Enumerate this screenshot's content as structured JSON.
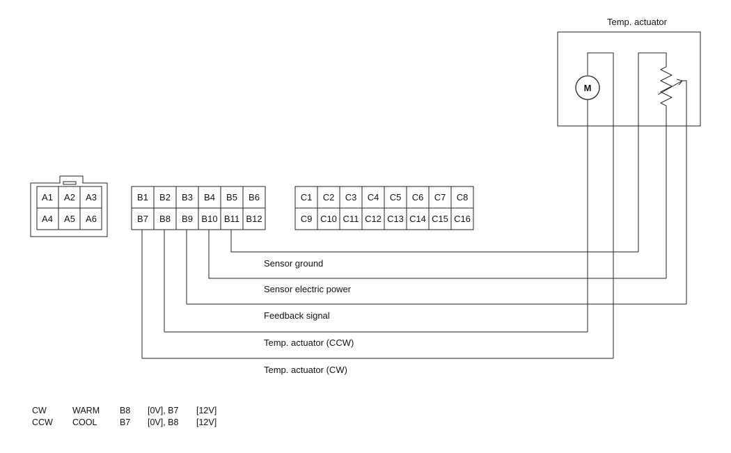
{
  "actuator": {
    "title": "Temp. actuator",
    "motor_label": "M"
  },
  "connectors": {
    "A": {
      "row1": [
        "A1",
        "A2",
        "A3"
      ],
      "row2": [
        "A4",
        "A5",
        "A6"
      ]
    },
    "B": {
      "row1": [
        "B1",
        "B2",
        "B3",
        "B4",
        "B5",
        "B6"
      ],
      "row2": [
        "B7",
        "B8",
        "B9",
        "B10",
        "B11",
        "B12"
      ]
    },
    "C": {
      "row1": [
        "C1",
        "C2",
        "C3",
        "C4",
        "C5",
        "C6",
        "C7",
        "C8"
      ],
      "row2": [
        "C9",
        "C10",
        "C11",
        "C12",
        "C13",
        "C14",
        "C15",
        "C16"
      ]
    }
  },
  "wires": [
    {
      "label": "Sensor ground",
      "from_pin": "B11"
    },
    {
      "label": "Sensor electric power",
      "from_pin": "B10"
    },
    {
      "label": "Feedback signal",
      "from_pin": "B9"
    },
    {
      "label": "Temp. actuator (CCW)",
      "from_pin": "B8"
    },
    {
      "label": "Temp. actuator (CW)",
      "from_pin": "B7"
    }
  ],
  "legend": [
    {
      "dir": "CW",
      "mode": "WARM",
      "p1": "B8",
      "v1": "[0V], B7",
      "v2": "[12V]"
    },
    {
      "dir": "CCW",
      "mode": "COOL",
      "p1": "B7",
      "v1": "[0V], B8",
      "v2": "[12V]"
    }
  ]
}
